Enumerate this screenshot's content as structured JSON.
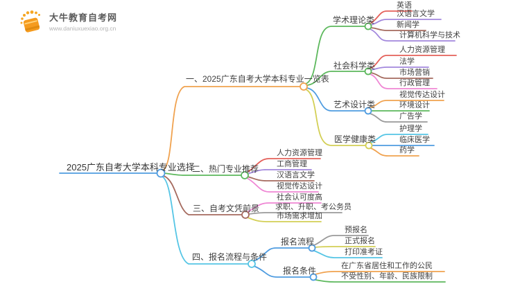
{
  "logo": {
    "title": "大牛教育自考网",
    "url": "www.daniuxuexiao.org.cn",
    "icon": "book-icon"
  },
  "palette": {
    "orange": "#f0a24f",
    "green": "#5cb85c",
    "blue": "#4f9ce0",
    "cyan": "#55c5e5",
    "yellow": "#d3cf55",
    "brown": "#a56a5e",
    "red": "#e4605a",
    "purple": "#a287dd",
    "pink": "#ef86d4",
    "gray": "#9a9a9a",
    "root": "#4f9ce0",
    "text": "#3f3f3f"
  },
  "map": {
    "root": {
      "label": "2025广东自考大学本科专业选择",
      "color": "root"
    },
    "branches": [
      {
        "label": "一、2025广东自考大学本科专业一览表",
        "color": "orange",
        "children": [
          {
            "label": "学术理论类",
            "color": "green",
            "children": [
              {
                "label": "英语",
                "color": "red"
              },
              {
                "label": "汉语言文学",
                "color": "purple"
              },
              {
                "label": "新闻学",
                "color": "brown"
              },
              {
                "label": "计算机科学与技术",
                "color": "purple"
              }
            ]
          },
          {
            "label": "社会科学类",
            "color": "green",
            "children": [
              {
                "label": "人力资源管理",
                "color": "red"
              },
              {
                "label": "法学",
                "color": "purple"
              },
              {
                "label": "市场营销",
                "color": "brown"
              },
              {
                "label": "行政管理",
                "color": "pink"
              }
            ]
          },
          {
            "label": "艺术设计类",
            "color": "blue",
            "children": [
              {
                "label": "视觉传达设计",
                "color": "orange"
              },
              {
                "label": "环境设计",
                "color": "green"
              },
              {
                "label": "广告学",
                "color": "gray"
              }
            ]
          },
          {
            "label": "医学健康类",
            "color": "yellow",
            "children": [
              {
                "label": "护理学",
                "color": "cyan"
              },
              {
                "label": "临床医学",
                "color": "blue"
              },
              {
                "label": "药学",
                "color": "orange"
              }
            ]
          }
        ]
      },
      {
        "label": "二、热门专业推荐",
        "color": "green",
        "children": [
          {
            "label": "人力资源管理",
            "color": "red"
          },
          {
            "label": "工商管理",
            "color": "purple"
          },
          {
            "label": "汉语言文学",
            "color": "brown"
          },
          {
            "label": "视觉传达设计",
            "color": "pink"
          }
        ]
      },
      {
        "label": "三、自考文凭前景",
        "color": "brown",
        "children": [
          {
            "label": "社会认可度高",
            "color": "pink"
          },
          {
            "label": "求职、升职、考公务员",
            "color": "gray"
          },
          {
            "label": "市场需求增加",
            "color": "yellow"
          }
        ]
      },
      {
        "label": "四、报名流程与条件",
        "color": "cyan",
        "children": [
          {
            "label": "报名流程",
            "color": "blue",
            "children": [
              {
                "label": "预报名",
                "color": "gray"
              },
              {
                "label": "正式报名",
                "color": "yellow"
              },
              {
                "label": "打印准考证",
                "color": "cyan"
              }
            ]
          },
          {
            "label": "报名条件",
            "color": "blue",
            "children": [
              {
                "label": "在广东省居住和工作的公民",
                "color": "orange"
              },
              {
                "label": "不受性别、年龄、民族限制",
                "color": "green"
              }
            ]
          }
        ]
      }
    ]
  }
}
